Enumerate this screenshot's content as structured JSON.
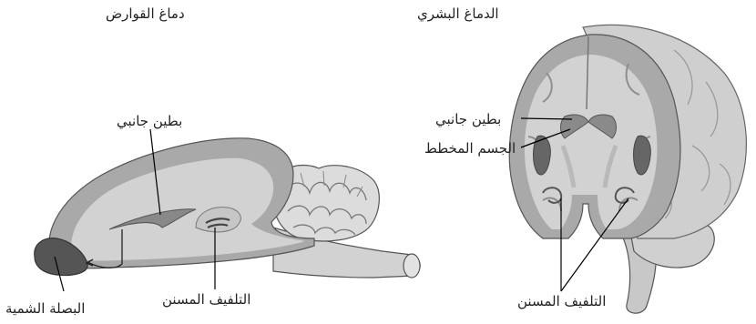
{
  "rodent": {
    "title": "دماغ القوارض",
    "labels": {
      "lateral_ventricle": "بطين جانبي",
      "hippocampus": "التلفيف المسنن",
      "olfactory_bulb": "البصلة الشمية"
    }
  },
  "human": {
    "title": "الدماغ البشري",
    "labels": {
      "lateral_ventricle": "بطين جانبي",
      "striatum": "الجسم المخطط",
      "hippocampus": "التلفيف المسنن"
    }
  },
  "colors": {
    "tissue_light": "#d2d2d2",
    "tissue_mid": "#a9a9a9",
    "tissue_dark": "#666666",
    "outline": "#555555",
    "leader": "#000000"
  }
}
